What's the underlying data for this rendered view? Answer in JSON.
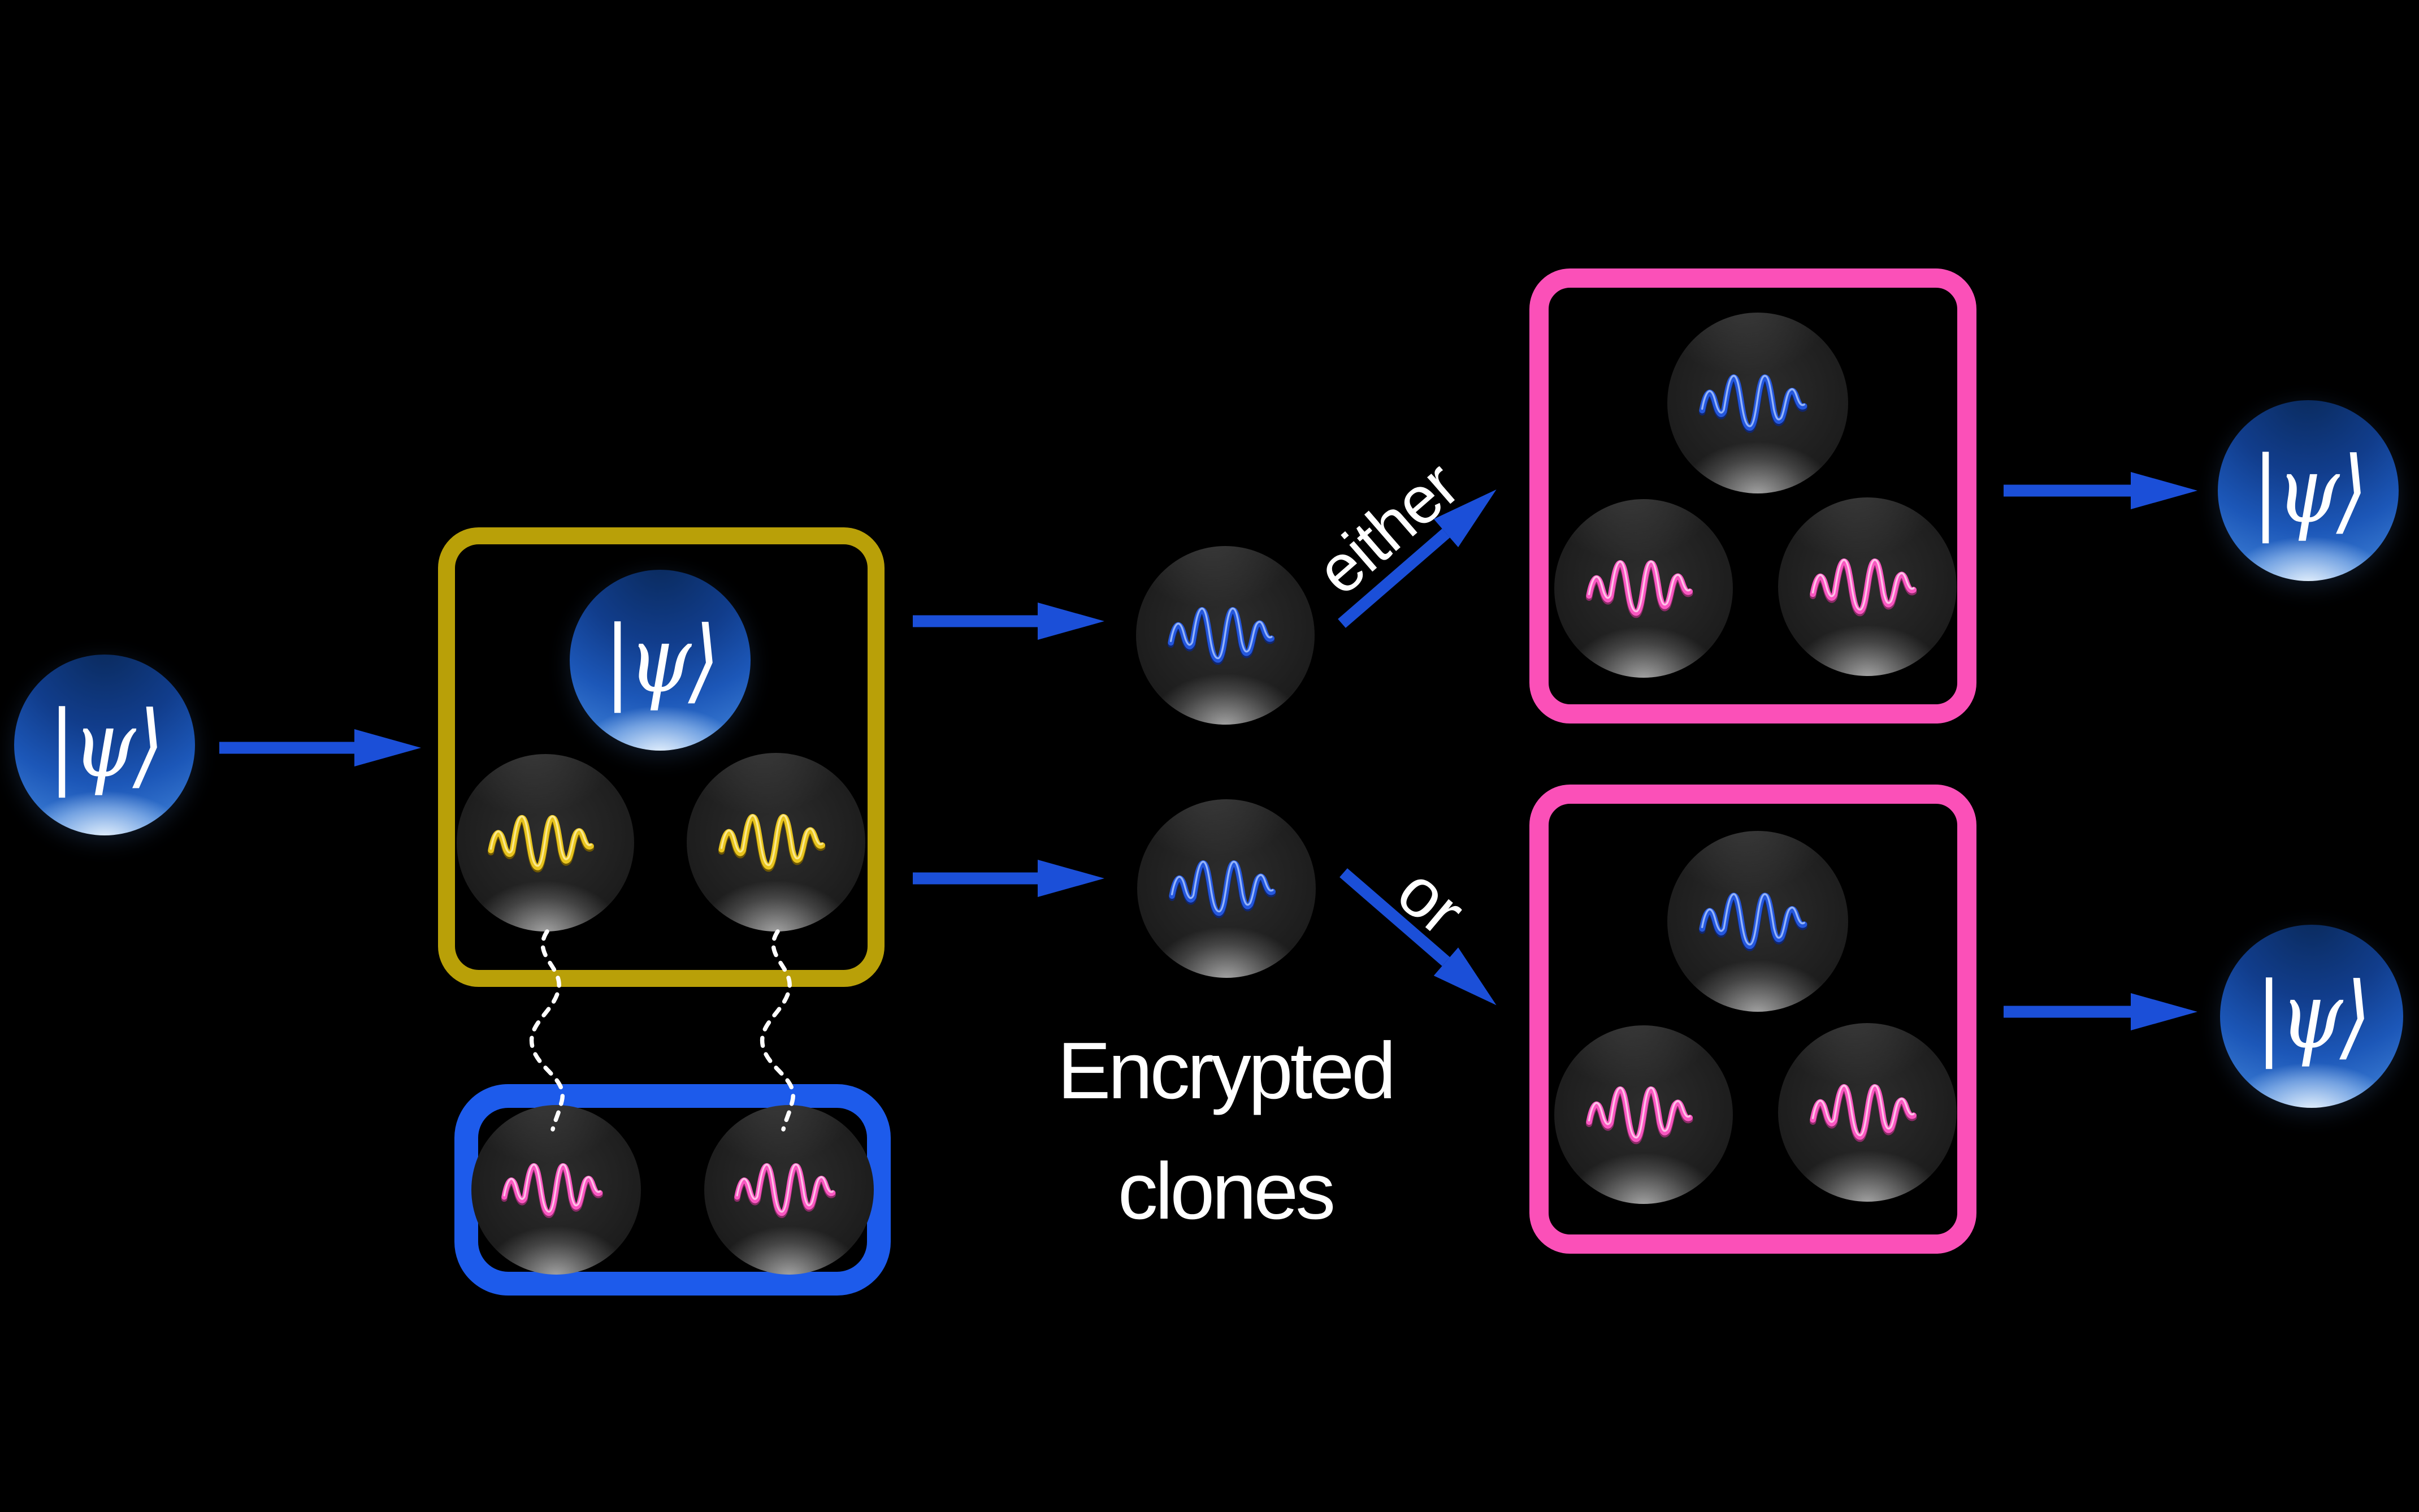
{
  "colors": {
    "background": "#000000",
    "arrow_blue": "#1b4fd8",
    "box_yellow": "#b9a008",
    "box_blue": "#1d5beb",
    "box_pink": "#fb50b8",
    "wave_yellow": "#e8c41e",
    "wave_pink": "#f957c1",
    "wave_blue": "#2457dd",
    "text_white": "#ffffff"
  },
  "states": {
    "input": "|ψ⟩",
    "cloner": "|ψ⟩",
    "output_top": "|ψ⟩",
    "output_bottom": "|ψ⟩"
  },
  "labels": {
    "encrypted_clones": [
      "Encrypted",
      "clones"
    ],
    "branch_top": "either",
    "branch_bottom": "or"
  },
  "icons": {
    "waveform_yellow": "yellow-wave-packet-icon",
    "waveform_pink": "pink-wave-packet-icon",
    "waveform_blue": "blue-wave-packet-icon"
  }
}
